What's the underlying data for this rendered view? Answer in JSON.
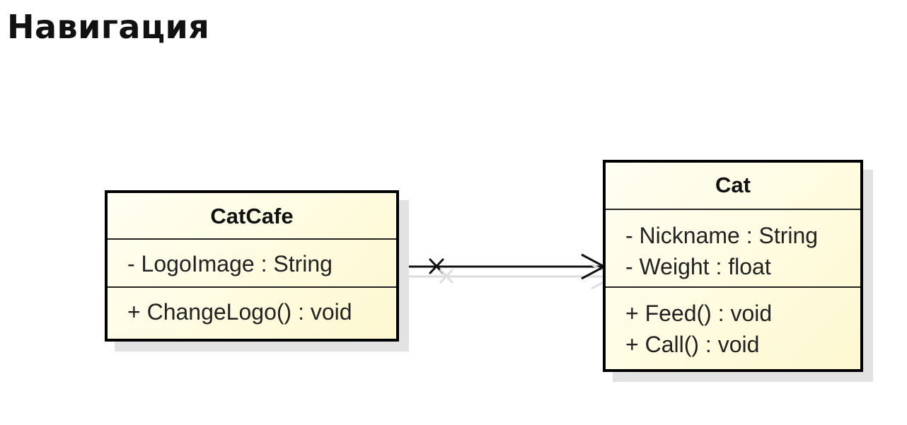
{
  "title": "Навигация",
  "classes": [
    {
      "name": "CatCafe",
      "attributes": [
        "- LogoImage : String"
      ],
      "operations": [
        "+ ChangeLogo() : void"
      ]
    },
    {
      "name": "Cat",
      "attributes": [
        "- Nickname : String",
        "- Weight : float"
      ],
      "operations": [
        "+ Feed() : void",
        "+ Call() : void"
      ]
    }
  ],
  "association": {
    "from": "CatCafe",
    "to": "Cat",
    "source_end": "non-navigable",
    "target_end": "navigable"
  }
}
